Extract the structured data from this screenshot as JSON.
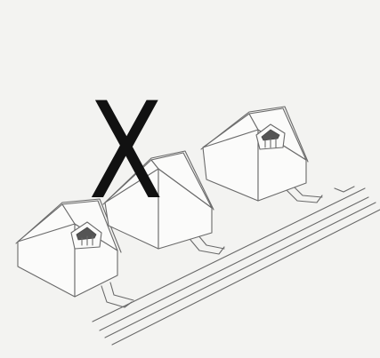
{
  "mark": {
    "label": "X",
    "color": "#111111"
  },
  "illustration": {
    "houses": [
      {
        "name": "house-left",
        "has_dormer": true
      },
      {
        "name": "house-middle",
        "has_dormer": false
      },
      {
        "name": "house-right",
        "has_dormer": true
      }
    ],
    "line_color": "#6a6a6a",
    "background_color": "#f3f3f1"
  }
}
